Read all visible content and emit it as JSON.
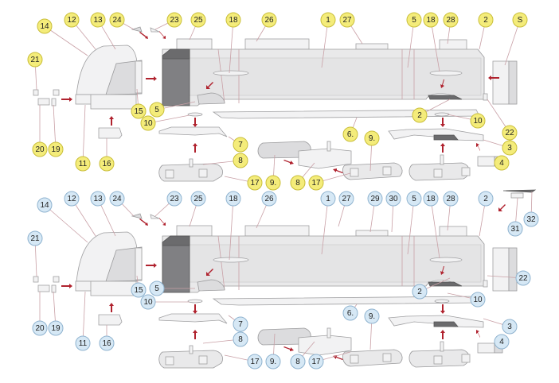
{
  "colors": {
    "callout_top_fill": "#f4ec7a",
    "callout_top_stroke": "#c9be3a",
    "callout_bottom_fill": "#d6e8f5",
    "callout_bottom_stroke": "#8fb3cf",
    "arrow": "#b0222e"
  },
  "top_diagram": {
    "callouts": [
      {
        "id": "c14",
        "label": "14"
      },
      {
        "id": "c12",
        "label": "12"
      },
      {
        "id": "c13",
        "label": "13"
      },
      {
        "id": "c24",
        "label": "24"
      },
      {
        "id": "c23",
        "label": "23"
      },
      {
        "id": "c25",
        "label": "25"
      },
      {
        "id": "c18a",
        "label": "18"
      },
      {
        "id": "c26",
        "label": "26"
      },
      {
        "id": "c1",
        "label": "1"
      },
      {
        "id": "c27",
        "label": "27"
      },
      {
        "id": "c5b",
        "label": "5"
      },
      {
        "id": "c18b",
        "label": "18"
      },
      {
        "id": "c28",
        "label": "28"
      },
      {
        "id": "c2a",
        "label": "2"
      },
      {
        "id": "cS",
        "label": "S"
      },
      {
        "id": "c21",
        "label": "21"
      },
      {
        "id": "c15",
        "label": "15"
      },
      {
        "id": "c5a",
        "label": "5"
      },
      {
        "id": "c10a",
        "label": "10"
      },
      {
        "id": "c6",
        "label": "6."
      },
      {
        "id": "c2b",
        "label": "2"
      },
      {
        "id": "c10b",
        "label": "10"
      },
      {
        "id": "c22",
        "label": "22"
      },
      {
        "id": "c7",
        "label": "7"
      },
      {
        "id": "c9a",
        "label": "9."
      },
      {
        "id": "c3",
        "label": "3"
      },
      {
        "id": "c20",
        "label": "20"
      },
      {
        "id": "c19",
        "label": "19"
      },
      {
        "id": "c11",
        "label": "11"
      },
      {
        "id": "c16",
        "label": "16"
      },
      {
        "id": "c8a",
        "label": "8"
      },
      {
        "id": "c9b",
        "label": "9."
      },
      {
        "id": "c8b",
        "label": "8"
      },
      {
        "id": "c17a",
        "label": "17"
      },
      {
        "id": "c17b",
        "label": "17"
      },
      {
        "id": "c4",
        "label": "4"
      }
    ]
  },
  "bottom_diagram": {
    "callouts": [
      {
        "id": "c14",
        "label": "14"
      },
      {
        "id": "c12",
        "label": "12"
      },
      {
        "id": "c13",
        "label": "13"
      },
      {
        "id": "c24",
        "label": "24"
      },
      {
        "id": "c23",
        "label": "23"
      },
      {
        "id": "c25",
        "label": "25"
      },
      {
        "id": "c18a",
        "label": "18"
      },
      {
        "id": "c26",
        "label": "26"
      },
      {
        "id": "c1",
        "label": "1"
      },
      {
        "id": "c27",
        "label": "27"
      },
      {
        "id": "c29",
        "label": "29"
      },
      {
        "id": "c30",
        "label": "30"
      },
      {
        "id": "c5b",
        "label": "5"
      },
      {
        "id": "c18b",
        "label": "18"
      },
      {
        "id": "c28",
        "label": "28"
      },
      {
        "id": "c2a",
        "label": "2"
      },
      {
        "id": "c31",
        "label": "31"
      },
      {
        "id": "c32",
        "label": "32"
      },
      {
        "id": "c21",
        "label": "21"
      },
      {
        "id": "c15",
        "label": "15"
      },
      {
        "id": "c5a",
        "label": "5"
      },
      {
        "id": "c22",
        "label": "22"
      },
      {
        "id": "c10a",
        "label": "10"
      },
      {
        "id": "c2b",
        "label": "2"
      },
      {
        "id": "c10b",
        "label": "10"
      },
      {
        "id": "c6",
        "label": "6."
      },
      {
        "id": "c7",
        "label": "7"
      },
      {
        "id": "c9a",
        "label": "9."
      },
      {
        "id": "c3",
        "label": "3"
      },
      {
        "id": "c8a",
        "label": "8"
      },
      {
        "id": "c20",
        "label": "20"
      },
      {
        "id": "c19",
        "label": "19"
      },
      {
        "id": "c4",
        "label": "4"
      },
      {
        "id": "c11",
        "label": "11"
      },
      {
        "id": "c16",
        "label": "16"
      },
      {
        "id": "c17a",
        "label": "17"
      },
      {
        "id": "c9b",
        "label": "9."
      },
      {
        "id": "c8b",
        "label": "8"
      },
      {
        "id": "c17b",
        "label": "17"
      }
    ]
  }
}
